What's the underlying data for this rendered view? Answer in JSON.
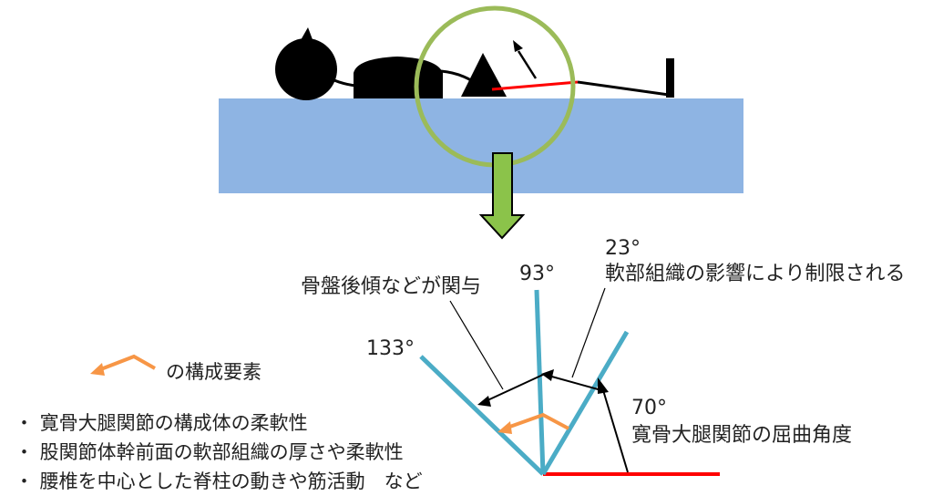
{
  "angles": {
    "a133": "133°",
    "a93": "93°",
    "a23": "23°",
    "a70": "70°"
  },
  "notes": {
    "pelvic": "骨盤後傾などが関与",
    "soft_tissue": "軟部組織の影響により制限される",
    "hip_flexion": "寛骨大腿関節の屈曲角度"
  },
  "legend": {
    "label": "の構成要素"
  },
  "bullets": [
    "・ 寛骨大腿関節の構成体の柔軟性",
    "・ 股関節体幹前面の軟部組織の厚さや柔軟性",
    "・ 腰椎を中心とした脊柱の動きや筋活動　など"
  ],
  "colors": {
    "bed": "#8eb4e3",
    "figure": "#000000",
    "thigh": "#ff0000",
    "circle": "#9bbb59",
    "down_arrow": "#8bc34a",
    "angle_lines": "#4bacc6",
    "legend_arrow": "#f79646",
    "baseline": "#ff0000"
  }
}
